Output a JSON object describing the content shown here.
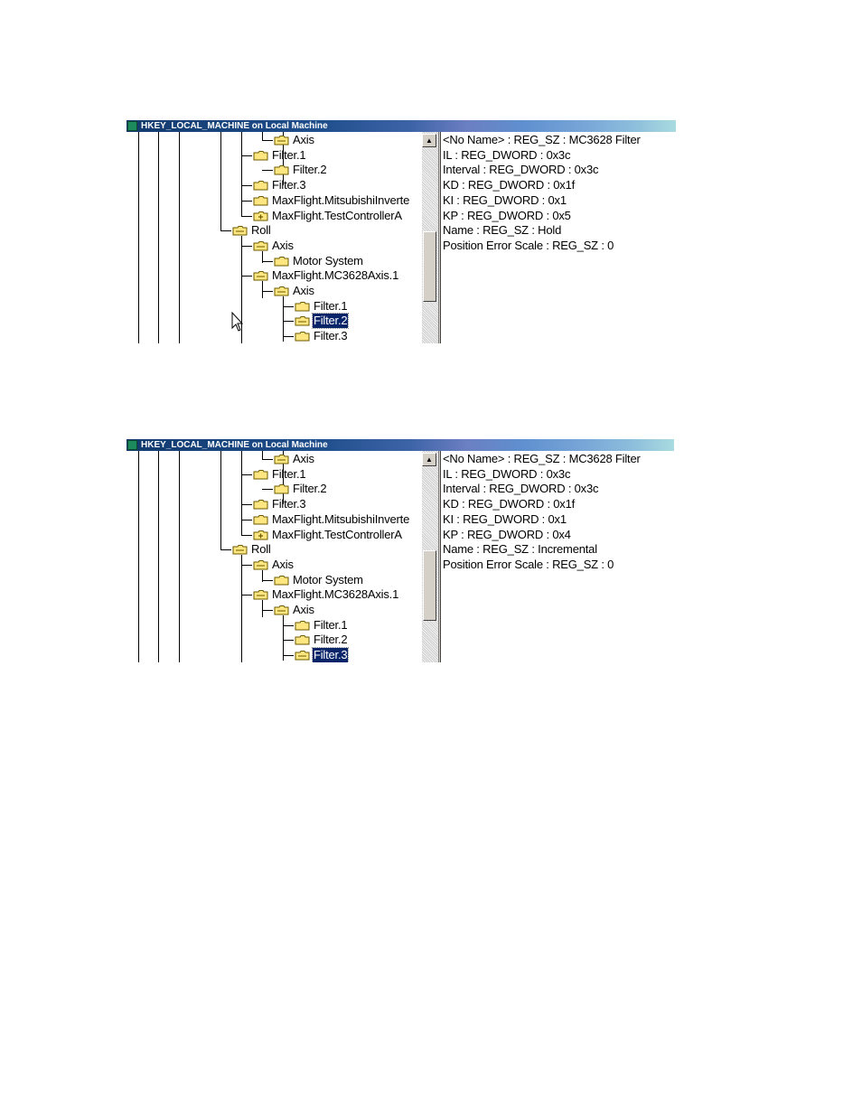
{
  "screenshots": [
    {
      "window_title": "HKEY_LOCAL_MACHINE on Local Machine",
      "tree": [
        {
          "label": "Axis",
          "icon": "folder-open-icon",
          "selected": false
        },
        {
          "label": "Filter.1",
          "icon": "folder-icon",
          "selected": false
        },
        {
          "label": "Filter.2",
          "icon": "folder-icon",
          "selected": false
        },
        {
          "label": "Filter.3",
          "icon": "folder-icon",
          "selected": false
        },
        {
          "label": "MaxFlight.MitsubishiInverte",
          "icon": "folder-icon",
          "selected": false
        },
        {
          "label": "MaxFlight.TestControllerA",
          "icon": "folder-plus-icon",
          "selected": false
        },
        {
          "label": "Roll",
          "icon": "folder-open-icon",
          "selected": false
        },
        {
          "label": "Axis",
          "icon": "folder-open-icon",
          "selected": false
        },
        {
          "label": "Motor System",
          "icon": "folder-icon",
          "selected": false
        },
        {
          "label": "MaxFlight.MC3628Axis.1",
          "icon": "folder-open-icon",
          "selected": false
        },
        {
          "label": "Axis",
          "icon": "folder-open-icon",
          "selected": false
        },
        {
          "label": "Filter.1",
          "icon": "folder-icon",
          "selected": false
        },
        {
          "label": "Filter.2",
          "icon": "folder-open-icon",
          "selected": true
        },
        {
          "label": "Filter.3",
          "icon": "folder-icon",
          "selected": false
        }
      ],
      "values": [
        "<No Name> : REG_SZ : MC3628 Filter",
        "IL : REG_DWORD : 0x3c",
        "Interval : REG_DWORD : 0x3c",
        "KD : REG_DWORD : 0x1f",
        "KI : REG_DWORD : 0x1",
        "KP : REG_DWORD : 0x5",
        "Name : REG_SZ : Hold",
        "Position Error Scale : REG_SZ : 0"
      ]
    },
    {
      "window_title": "HKEY_LOCAL_MACHINE on Local Machine",
      "tree": [
        {
          "label": "Axis",
          "icon": "folder-open-icon",
          "selected": false
        },
        {
          "label": "Filter.1",
          "icon": "folder-icon",
          "selected": false
        },
        {
          "label": "Filter.2",
          "icon": "folder-icon",
          "selected": false
        },
        {
          "label": "Filter.3",
          "icon": "folder-icon",
          "selected": false
        },
        {
          "label": "MaxFlight.MitsubishiInverte",
          "icon": "folder-icon",
          "selected": false
        },
        {
          "label": "MaxFlight.TestControllerA",
          "icon": "folder-plus-icon",
          "selected": false
        },
        {
          "label": "Roll",
          "icon": "folder-open-icon",
          "selected": false
        },
        {
          "label": "Axis",
          "icon": "folder-open-icon",
          "selected": false
        },
        {
          "label": "Motor System",
          "icon": "folder-icon",
          "selected": false
        },
        {
          "label": "MaxFlight.MC3628Axis.1",
          "icon": "folder-open-icon",
          "selected": false
        },
        {
          "label": "Axis",
          "icon": "folder-open-icon",
          "selected": false
        },
        {
          "label": "Filter.1",
          "icon": "folder-icon",
          "selected": false
        },
        {
          "label": "Filter.2",
          "icon": "folder-icon",
          "selected": false
        },
        {
          "label": "Filter.3",
          "icon": "folder-open-icon",
          "selected": true
        }
      ],
      "values": [
        "<No Name> : REG_SZ : MC3628 Filter",
        "IL : REG_DWORD : 0x3c",
        "Interval : REG_DWORD : 0x3c",
        "KD : REG_DWORD : 0x1f",
        "KI : REG_DWORD : 0x1",
        "KP : REG_DWORD : 0x4",
        "Name : REG_SZ : Incremental",
        "Position Error Scale : REG_SZ : 0"
      ]
    }
  ],
  "colors": {
    "selection": "#0a246a",
    "folder_fill": "#ffe680",
    "folder_stroke": "#6b5a00",
    "scrollbar_face": "#d4d0c8"
  }
}
